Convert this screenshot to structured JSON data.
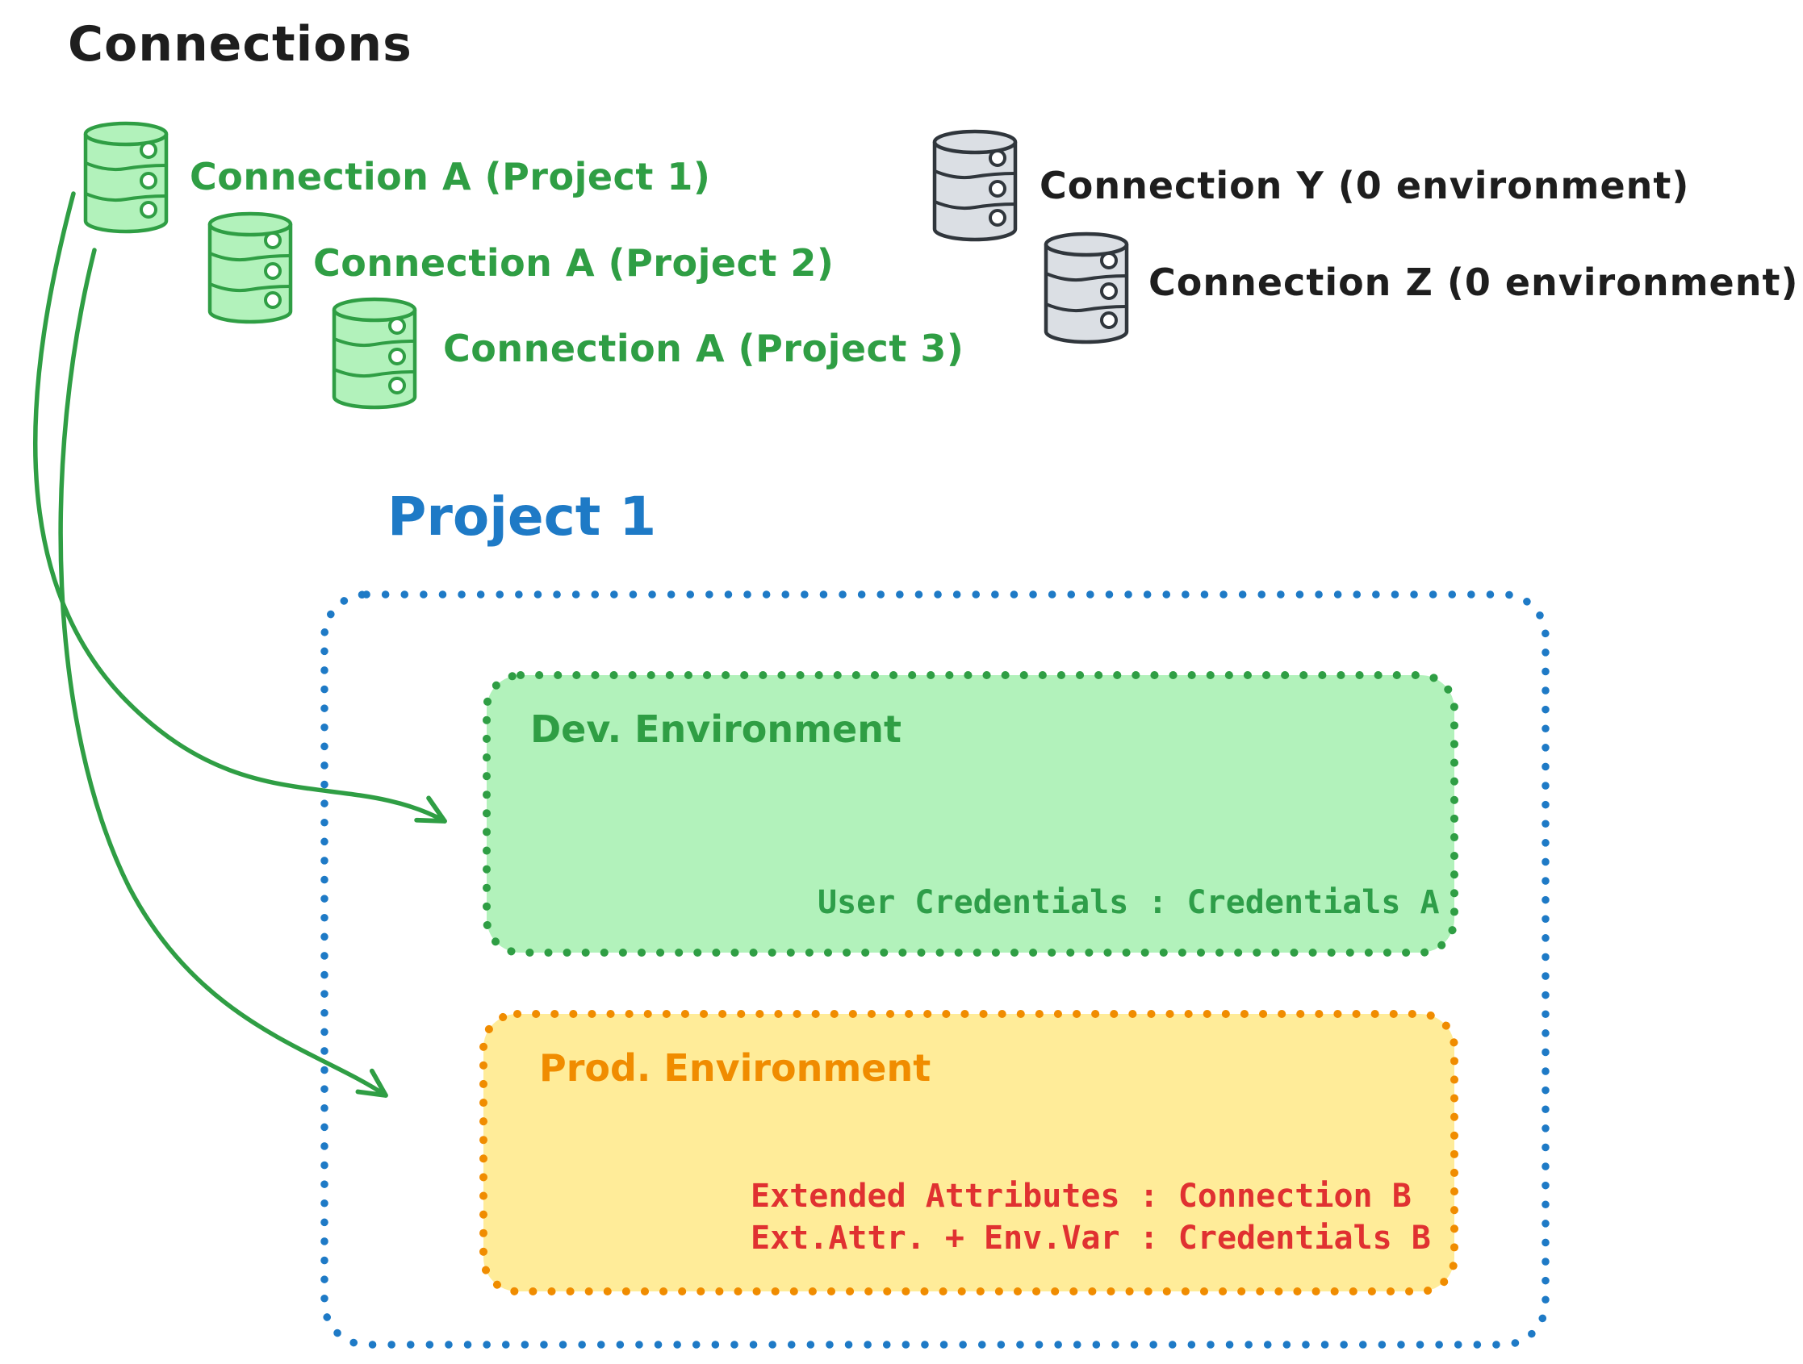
{
  "diagram": {
    "title": "Connections",
    "shared_connections": [
      {
        "label": "Connection A (Project 1)",
        "icon": "database-icon",
        "color": "#2f9e44"
      },
      {
        "label": "Connection A (Project 2)",
        "icon": "database-icon",
        "color": "#2f9e44"
      },
      {
        "label": "Connection A (Project 3)",
        "icon": "database-icon",
        "color": "#2f9e44"
      }
    ],
    "unassigned_connections": [
      {
        "label": "Connection Y (0 environment)",
        "icon": "database-icon",
        "color": "#30363c"
      },
      {
        "label": "Connection Z (0 environment)",
        "icon": "database-icon",
        "color": "#30363c"
      }
    ],
    "project": {
      "title": "Project 1",
      "environments": [
        {
          "title": "Dev. Environment",
          "accent": "#2f9e44",
          "fill": "#b2f2bb",
          "mappings": [
            "User Credentials : Credentials A"
          ]
        },
        {
          "title": "Prod. Environment",
          "accent": "#f08c00",
          "fill": "#ffec99",
          "mappings": [
            "Extended Attributes : Connection B",
            "Ext.Attr. + Env.Var : Credentials B"
          ]
        }
      ]
    },
    "colors": {
      "text": "#1e1e1e",
      "green": "#2f9e44",
      "green_fill": "#b2f2bb",
      "blue": "#1e7ac6",
      "orange": "#f08c00",
      "orange_fill": "#ffec99",
      "red": "#e03131",
      "gray_fill": "#dbdfe4",
      "background": "#ffffff"
    }
  }
}
